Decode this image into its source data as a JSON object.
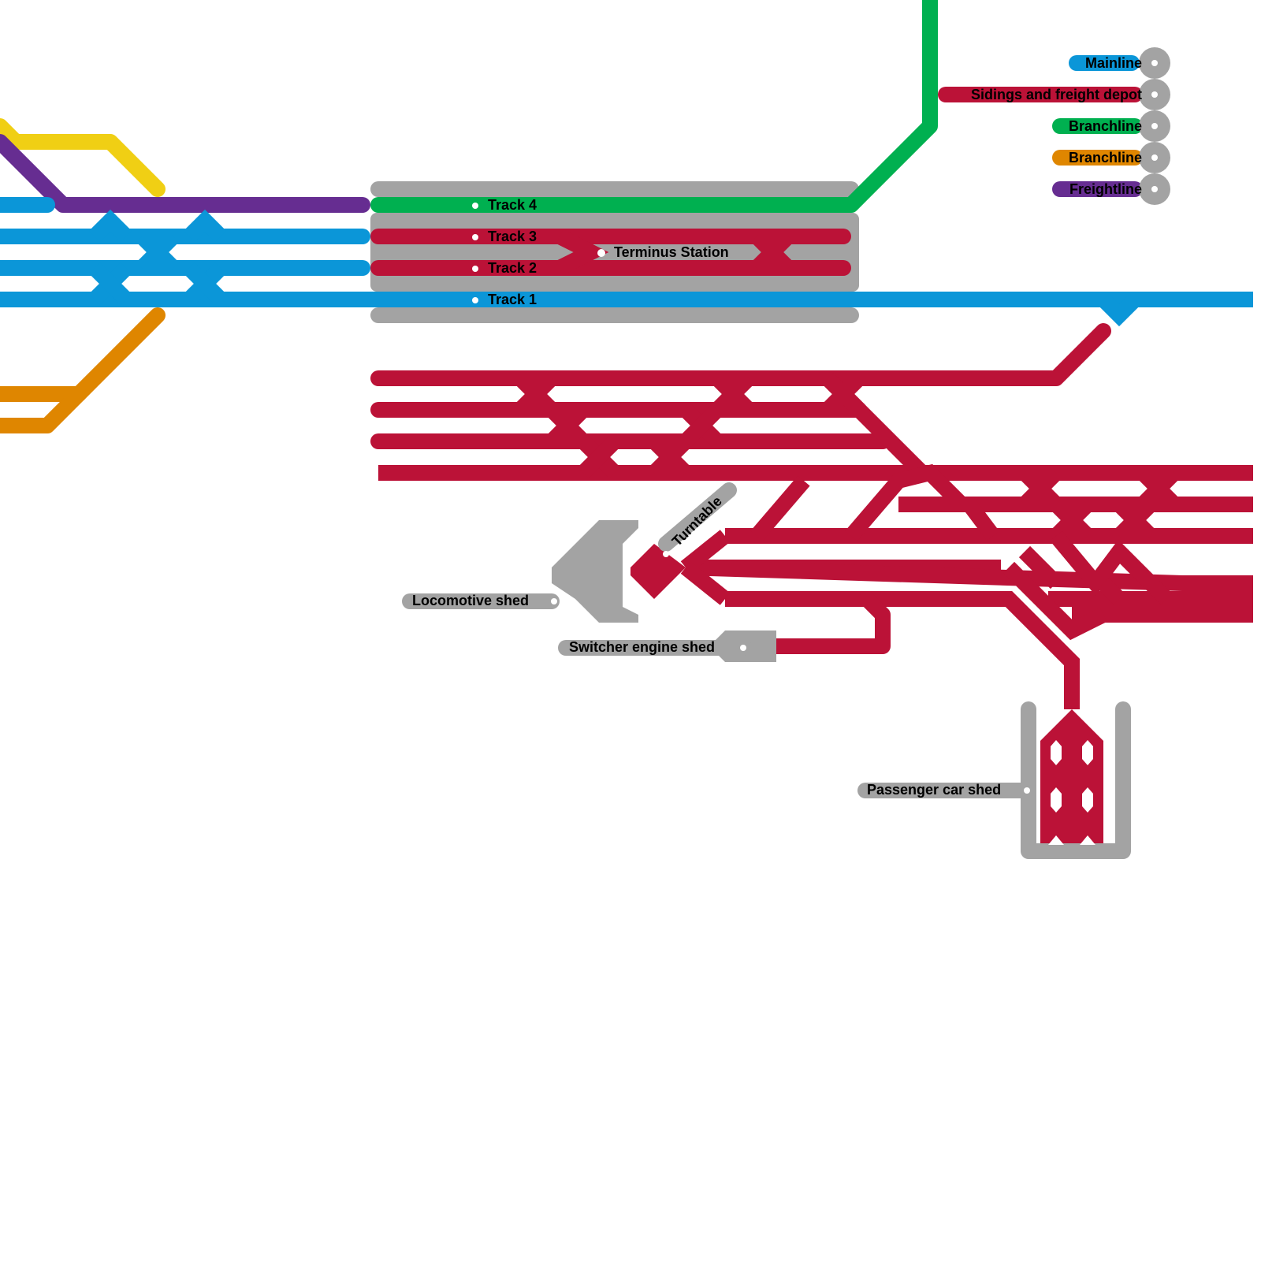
{
  "colors": {
    "mainline": "#0b96d8",
    "sidings": "#bb1237",
    "branch_green": "#00b050",
    "branch_orange": "#df8600",
    "freightline": "#662d91",
    "yellow": "#f0cf14",
    "station": "#a3a3a3",
    "stop_dot": "#ffffff"
  },
  "legend": [
    {
      "label": "Mainline",
      "color_key": "mainline"
    },
    {
      "label": "Sidings and freight depot",
      "color_key": "sidings"
    },
    {
      "label": "Branchline",
      "color_key": "branch_green"
    },
    {
      "label": "Branchline",
      "color_key": "branch_orange"
    },
    {
      "label": "Freightline",
      "color_key": "freightline"
    }
  ],
  "station": {
    "name": "Terminus Station",
    "tracks": [
      "Track 4",
      "Track 3",
      "Track 2",
      "Track 1"
    ]
  },
  "places": {
    "turntable": "Turntable",
    "locomotive_shed": "Locomotive shed",
    "switcher_shed": "Switcher engine shed",
    "passenger_shed": "Passenger car shed"
  }
}
